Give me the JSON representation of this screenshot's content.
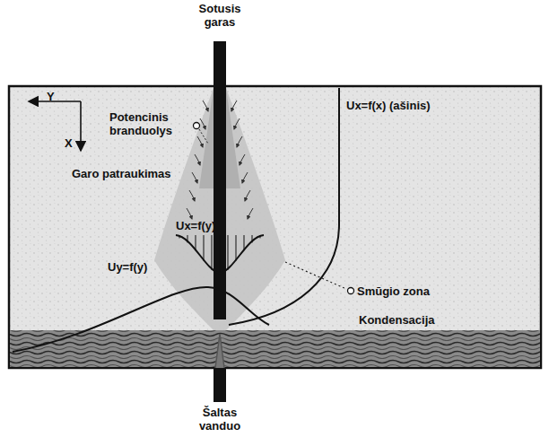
{
  "diagram": {
    "labels": [
      "Sotusis garas",
      "Y",
      "X",
      "Potencinis branduolys",
      "Garo patraukimas",
      "Ux=f(x) (ašinis)",
      "Ux=f(y)",
      "Smūgio zona",
      "Uy=f(y)",
      "Kondensacija",
      "Šaltas vanduo"
    ]
  }
}
